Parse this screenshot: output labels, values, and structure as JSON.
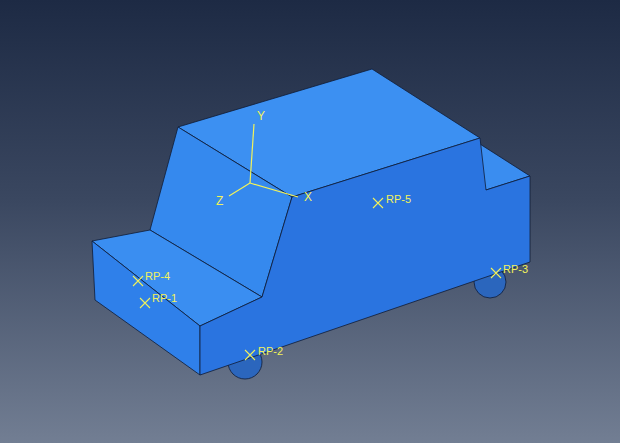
{
  "diagram": {
    "labels": [
      "Y",
      "Z",
      "X",
      "RP-5",
      "RP-4",
      "RP-3",
      "RP-1",
      "RP-2"
    ]
  }
}
